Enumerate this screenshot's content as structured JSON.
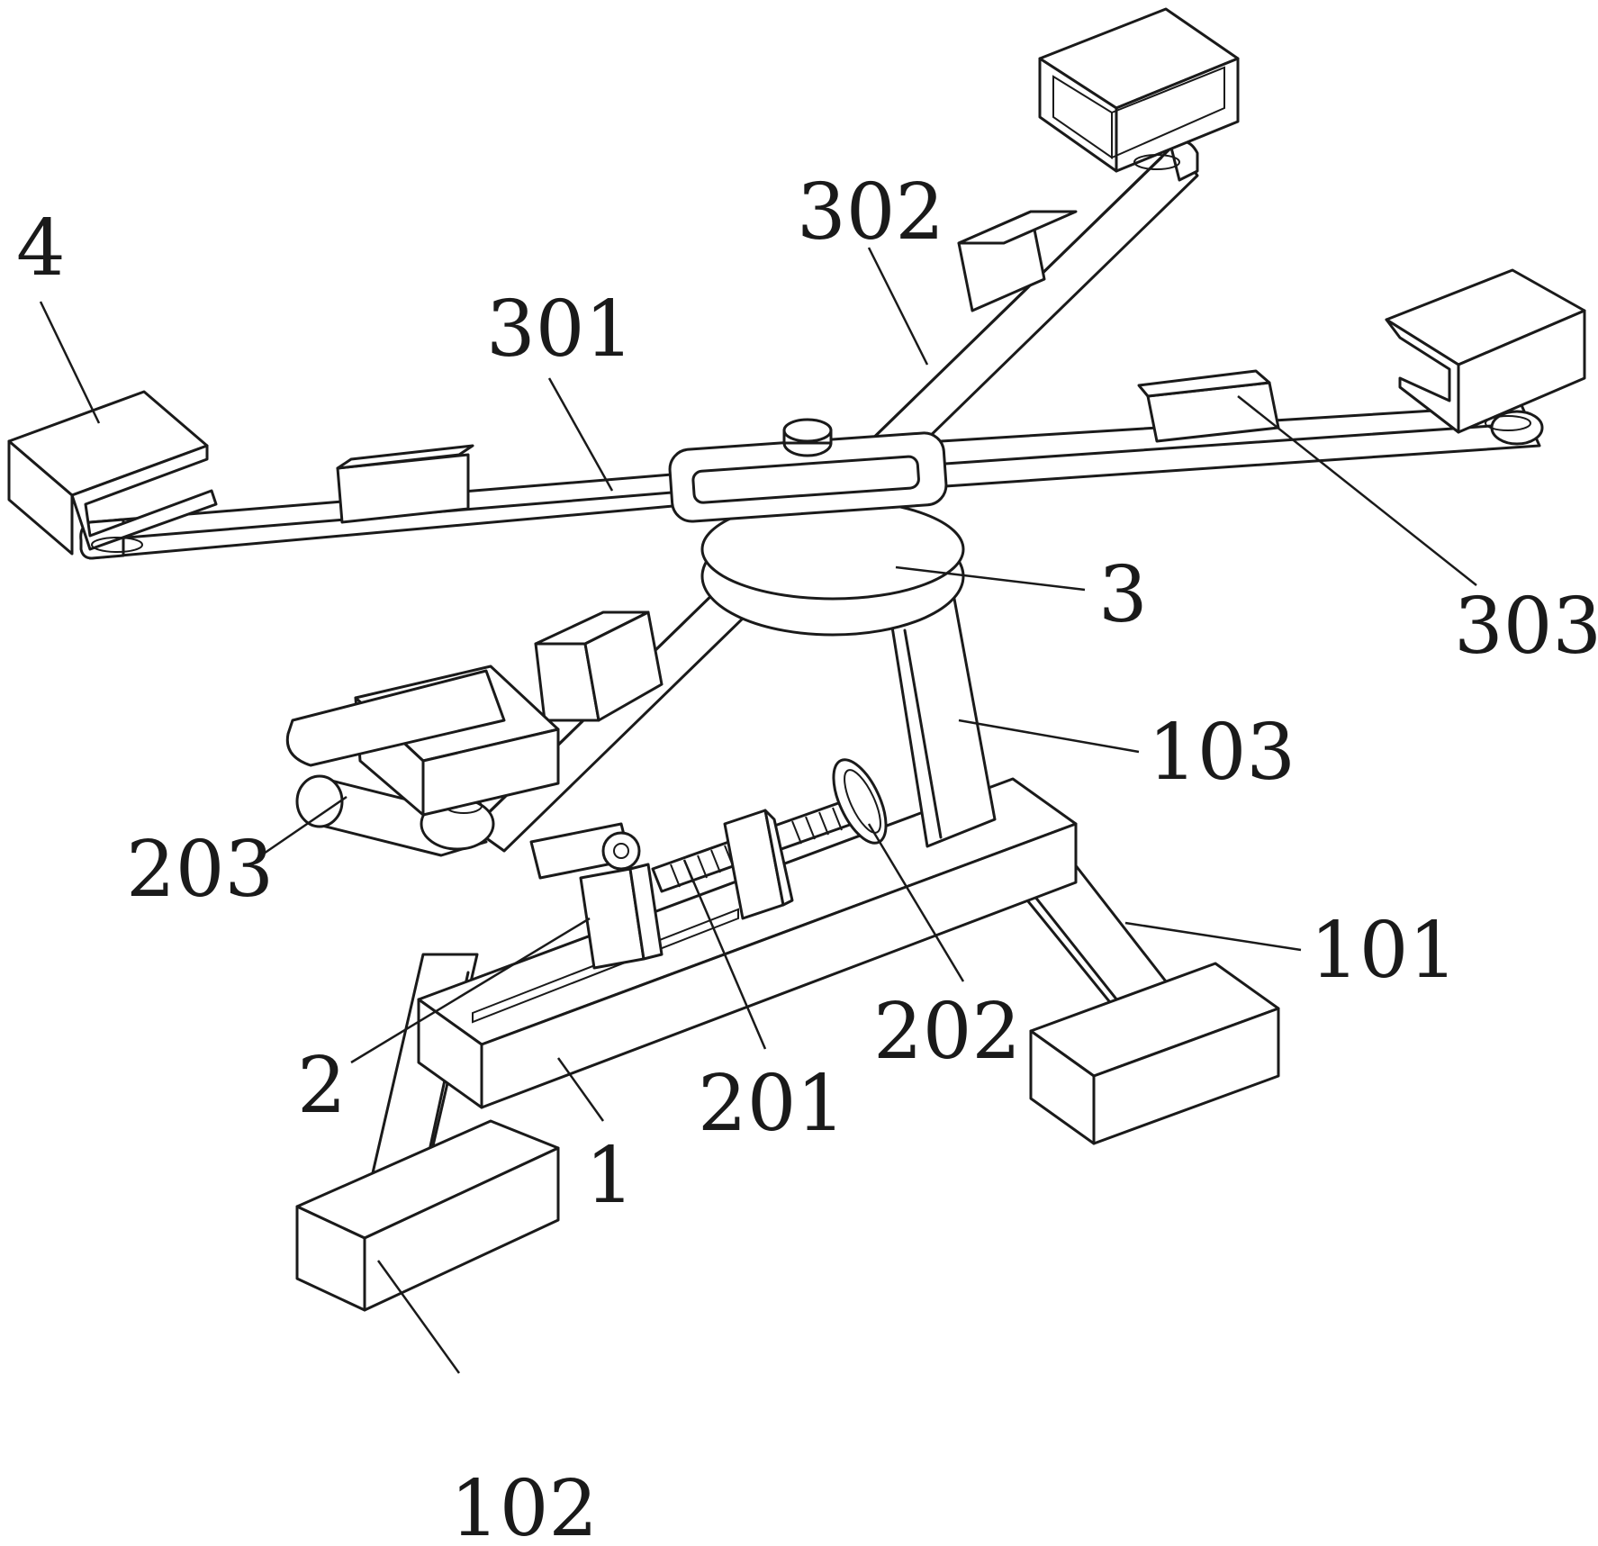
{
  "figure": {
    "labels": {
      "l4": "4",
      "l301": "301",
      "l302": "302",
      "l303": "303",
      "l3": "3",
      "l103": "103",
      "l203": "203",
      "l101": "101",
      "l202": "202",
      "l2": "2",
      "l201": "201",
      "l1": "1",
      "l102": "102"
    }
  }
}
